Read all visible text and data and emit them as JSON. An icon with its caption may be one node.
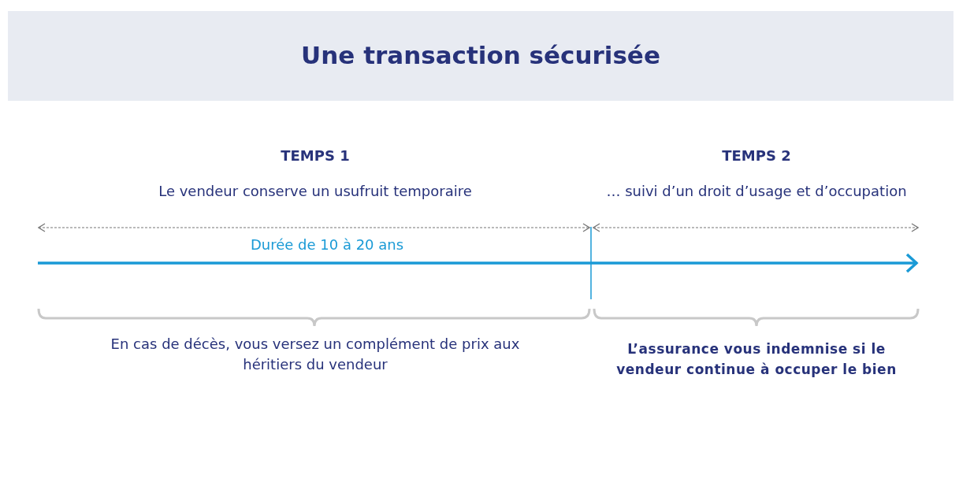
{
  "diagram": {
    "title": "Une transaction sécurisée",
    "labels": [
      "TEMPS 1",
      "TEMPS 2",
      "Le vendeur conserve un usufruit temporaire",
      "… suivi d’un droit d’usage et d’occupation",
      "Durée de 10 à 20 ans",
      "En cas de décès, vous versez un complément de prix aux héritiers du vendeur",
      "L’assurance vous indemnise si le vendeur continue à occuper le bien"
    ]
  }
}
